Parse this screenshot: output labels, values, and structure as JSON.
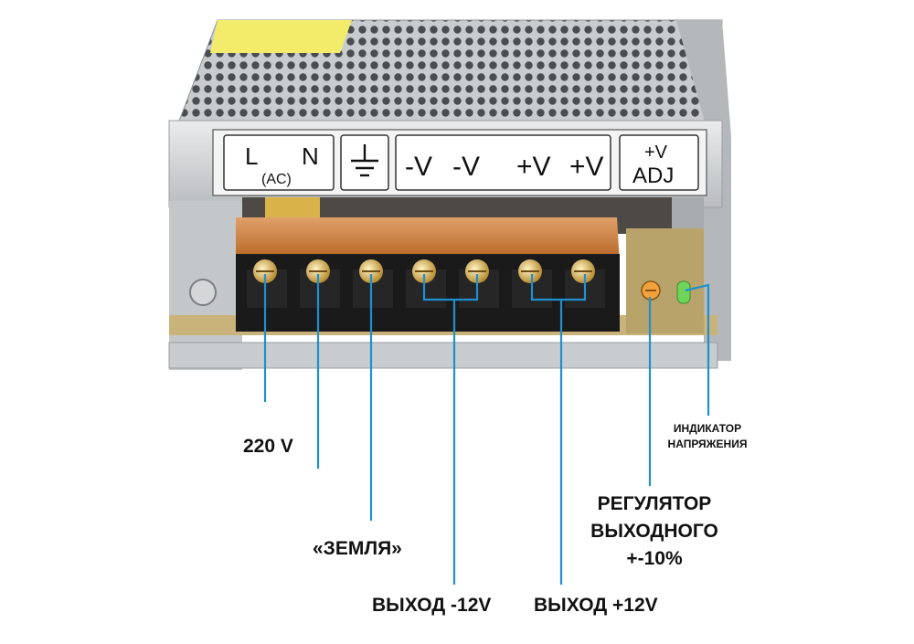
{
  "terminal_labels": {
    "ac_l": "L",
    "ac_n": "N",
    "ac_note": "(AC)",
    "ground_symbol": "earth-ground-symbol",
    "neg1": "-V",
    "neg2": "-V",
    "pos1": "+V",
    "pos2": "+V",
    "adj_top": "+V",
    "adj_bottom": "ADJ"
  },
  "callouts": {
    "voltage_indicator": [
      "ИНДИКАТОР",
      "НАПРЯЖЕНИЯ"
    ],
    "mains": "220 V",
    "ground": "«ЗЕМЛЯ»",
    "regulator": [
      "РЕГУЛЯТОР",
      "ВЫХОДНОГО",
      "+-10%"
    ],
    "out_neg": "ВЫХОД -12V",
    "out_pos": "ВЫХОД +12V"
  },
  "colors": {
    "leader_line": "#1f8fcf",
    "label_strip": "#f4f4f4",
    "terminal_block": "#1a1a1a",
    "cover_strip": "#c8742c",
    "screw": "#d9b255",
    "pcb": "#c9b37a",
    "led": "#6fd45a",
    "pot": "#f2a23a",
    "chassis": "#cfd2d4"
  },
  "icons": [
    "earth-ground-symbol",
    "screw-terminal",
    "potentiometer",
    "led-indicator"
  ]
}
